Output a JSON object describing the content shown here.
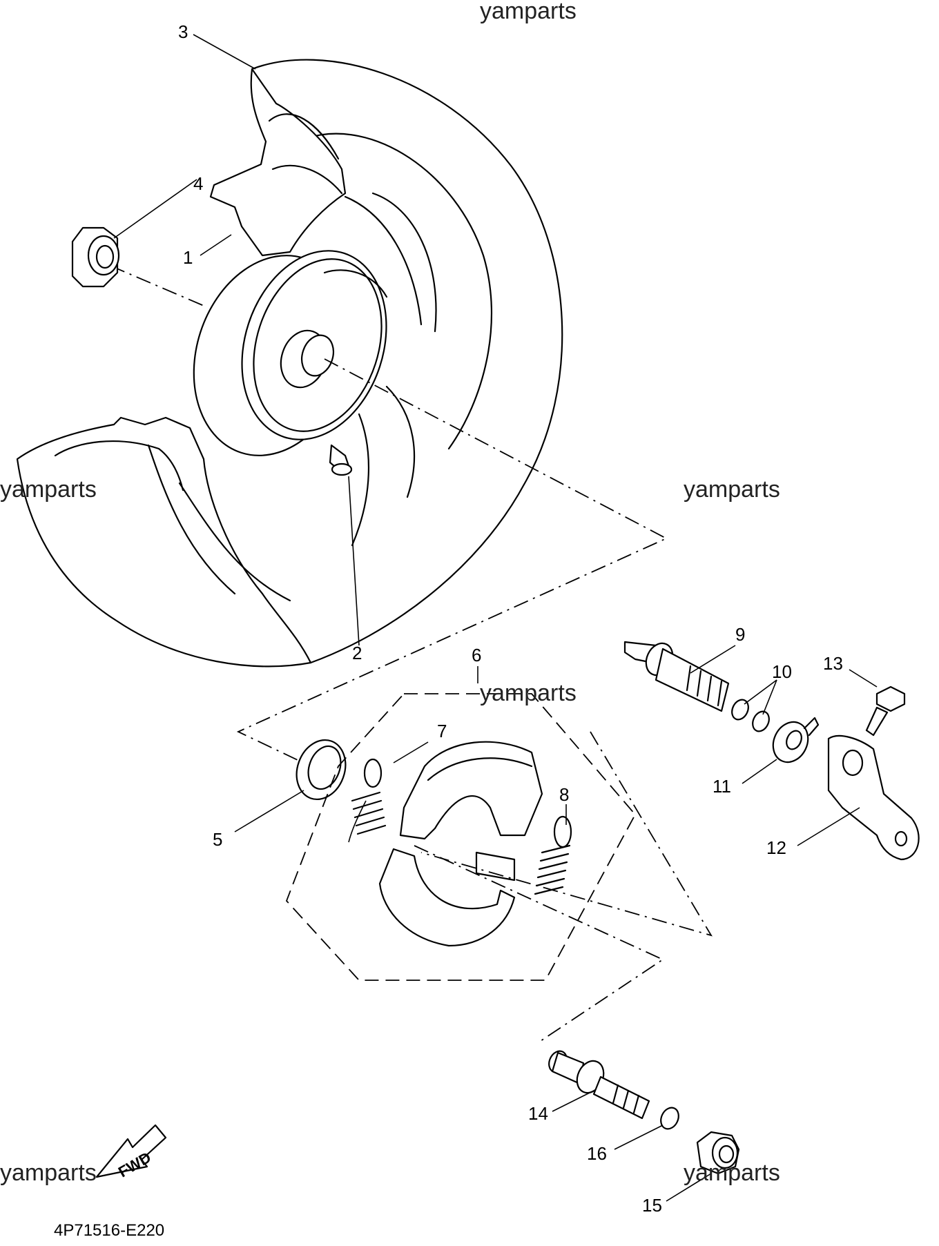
{
  "diagram_code": "4P71516-E220",
  "watermark": "yamparts",
  "fwd_label": "FWD",
  "callouts": [
    "1",
    "2",
    "3",
    "4",
    "5",
    "6",
    "7",
    "8",
    "9",
    "10",
    "11",
    "12",
    "13",
    "14",
    "15",
    "16"
  ]
}
